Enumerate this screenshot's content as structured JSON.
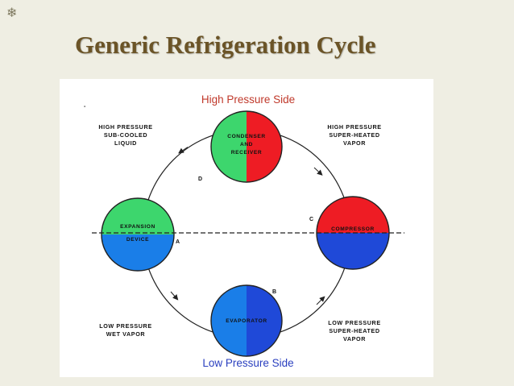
{
  "slide": {
    "title": "Generic Refrigeration Cycle",
    "corner_glyph": "❄"
  },
  "diagram": {
    "high_pressure_side": "High Pressure Side",
    "low_pressure_side": "Low Pressure Side",
    "colors": {
      "high_pressure_text": "#c0392b",
      "low_pressure_text": "#2a3fbf",
      "hot_red": "#ee1c24",
      "warm_green": "#3dd66d",
      "cool_blue": "#1a7ee8",
      "cold_blue": "#1f49d8"
    },
    "components": {
      "condenser": [
        "CONDENSER",
        "AND",
        "RECEIVER"
      ],
      "compressor": [
        "COMPRESSOR"
      ],
      "expansion": [
        "EXPANSION",
        "DEVICE"
      ],
      "evaporator": [
        "EVAPORATOR"
      ]
    },
    "states": {
      "top_left": [
        "HIGH PRESSURE",
        "SUB-COOLED",
        "LIQUID"
      ],
      "top_right": [
        "HIGH PRESSURE",
        "SUPER-HEATED",
        "VAPOR"
      ],
      "bottom_left": [
        "LOW PRESSURE",
        "WET VAPOR"
      ],
      "bottom_right": [
        "LOW PRESSURE",
        "SUPER-HEATED",
        "VAPOR"
      ]
    },
    "points": {
      "a": "A",
      "b": "B",
      "c": "C",
      "d": "D"
    },
    "stray_mark": "-"
  }
}
